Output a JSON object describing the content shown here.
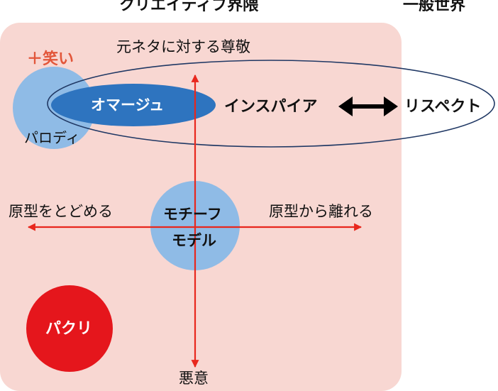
{
  "header": {
    "creative_world": "クリエイティブ界隈",
    "general_world": "一般世界"
  },
  "top_label": "元ネタに対する尊敬",
  "bottom_label": "悪意",
  "left_label": "原型をとどめる",
  "right_label": "原型から離れる",
  "laugh_label": "＋笑い",
  "nodes": {
    "parody": "パロディ",
    "homage": "オマージュ",
    "inspire": "インスパイア",
    "respect": "リスペクト",
    "motif": "モチーフ",
    "model": "モデル",
    "pakuri": "パクリ"
  },
  "colors": {
    "region_fill": "#f8d7d2",
    "light_blue": "#8fbbe6",
    "dark_blue": "#2e74bf",
    "axis_red": "#e8271d",
    "pakuri_red": "#e5161c",
    "laugh_red": "#e2563a",
    "ellipse_outline": "#203864"
  }
}
